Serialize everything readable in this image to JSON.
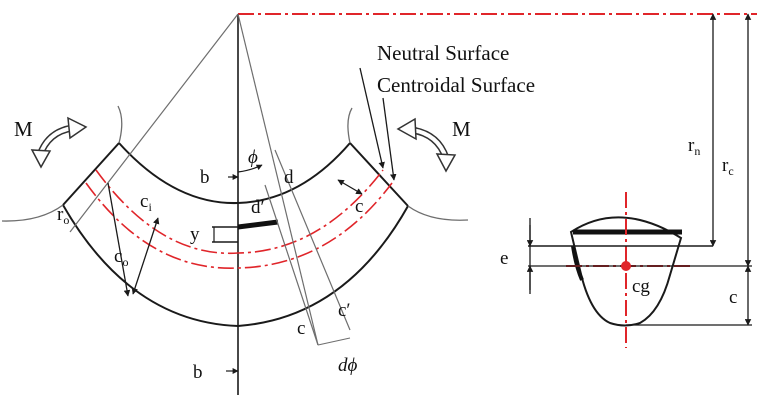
{
  "colors": {
    "line": "#1a1a1a",
    "centroid": "#e0252a",
    "thin": "#6e6e6e"
  },
  "labels": {
    "neutral_surface": "Neutral Surface",
    "centroidal_surface": "Centroidal Surface",
    "moment_left": "M",
    "moment_right": "M",
    "b_top": "b",
    "b_bottom": "b",
    "phi": "ϕ",
    "d": "d",
    "d_prime": "d′",
    "c_inner": "c",
    "c_inner_sub": "i",
    "c_outer": "c",
    "c_outer_sub": "o",
    "r_outer": "r",
    "r_outer_sub": "o",
    "y": "y",
    "c_right": "c",
    "c_bottom": "c",
    "c_prime": "c′",
    "d_phi": "dϕ",
    "r_n": "r",
    "r_n_sub": "n",
    "r_c": "r",
    "r_c_sub": "c",
    "e": "e",
    "cg": "cg",
    "c_section": "c"
  }
}
